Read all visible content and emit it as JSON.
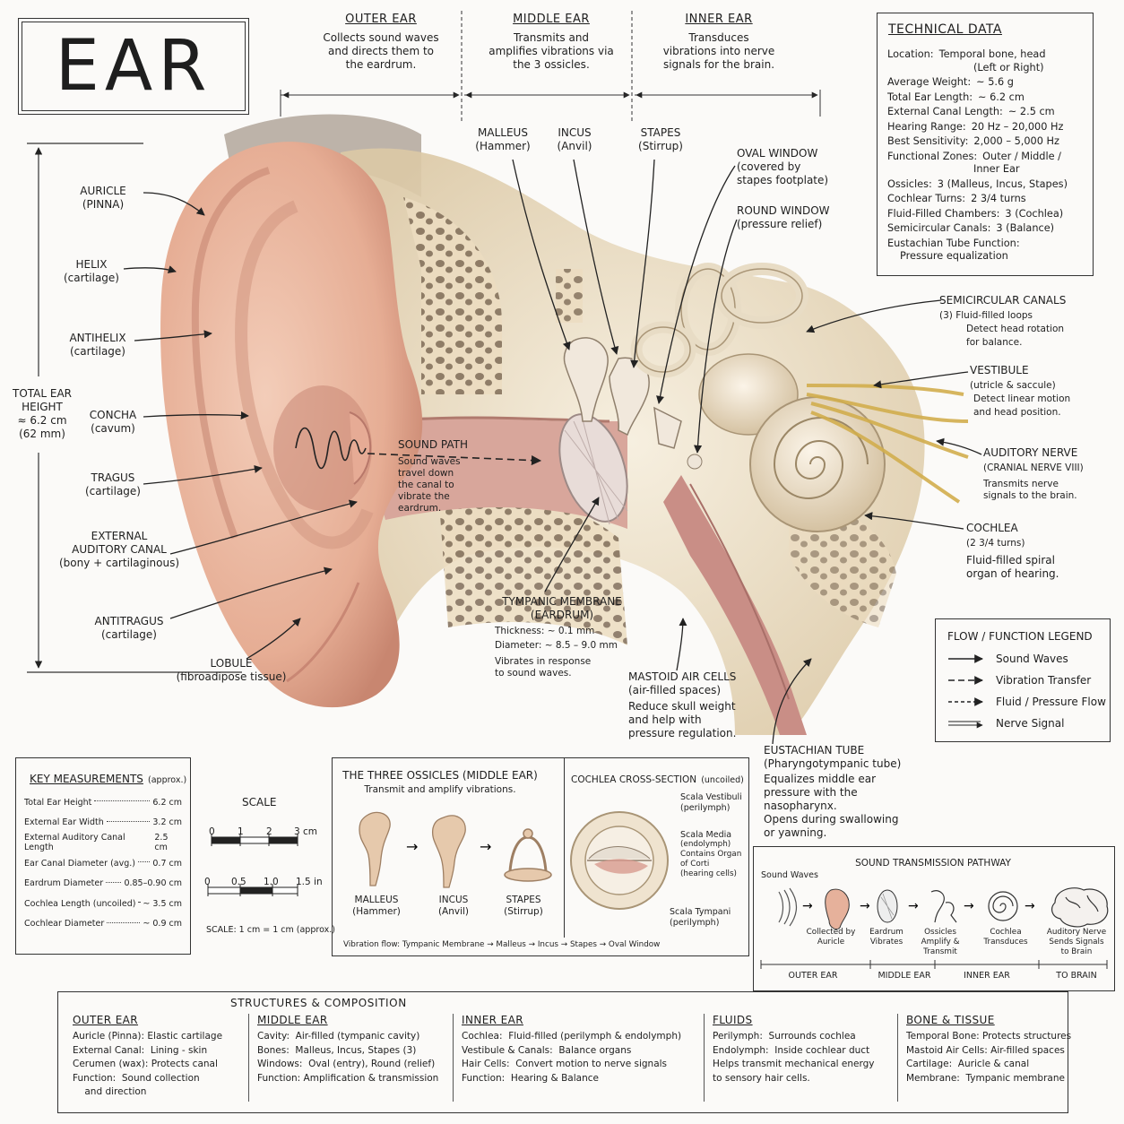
{
  "title": "EAR",
  "zones": {
    "outer": {
      "title": "OUTER EAR",
      "desc": "Collects sound waves and directs them to the eardrum."
    },
    "middle": {
      "title": "MIDDLE EAR",
      "desc": "Transmits and amplifies vibrations via the 3 ossicles."
    },
    "inner": {
      "title": "INNER EAR",
      "desc": "Transduces vibrations into nerve signals for the brain."
    }
  },
  "height_label": {
    "l1": "TOTAL EAR",
    "l2": "HEIGHT",
    "l3": "≈ 6.2 cm",
    "l4": "(62 mm)"
  },
  "left_labels": [
    {
      "name": "AURICLE",
      "sub": "(PINNA)"
    },
    {
      "name": "HELIX",
      "sub": "(cartilage)"
    },
    {
      "name": "ANTIHELIX",
      "sub": "(cartilage)"
    },
    {
      "name": "CONCHA",
      "sub": "(cavum)"
    },
    {
      "name": "TRAGUS",
      "sub": "(cartilage)"
    },
    {
      "name": "EXTERNAL",
      "name2": "AUDITORY CANAL",
      "sub": "(bony + cartilaginous)"
    },
    {
      "name": "ANTITRAGUS",
      "sub": "(cartilage)"
    }
  ],
  "lobule": {
    "name": "LOBULE",
    "sub": "(fibroadipose tissue)"
  },
  "ossicle_labels": {
    "malleus": {
      "name": "MALLEUS",
      "sub": "(Hammer)"
    },
    "incus": {
      "name": "INCUS",
      "sub": "(Anvil)"
    },
    "stapes": {
      "name": "STAPES",
      "sub": "(Stirrup)"
    }
  },
  "oval_window": {
    "name": "OVAL WINDOW",
    "d1": "(covered by",
    "d2": "stapes footplate)"
  },
  "round_window": {
    "name": "ROUND WINDOW",
    "d1": "(pressure relief)"
  },
  "sound_path": {
    "name": "SOUND PATH",
    "d1": "Sound waves",
    "d2": "travel down",
    "d3": "the canal to",
    "d4": "vibrate the",
    "d5": "eardrum."
  },
  "tympanic": {
    "name": "TYMPANIC MEMBRANE",
    "name2": "(EARDRUM)",
    "d1": "Thickness:  ~ 0.1 mm",
    "d2": "Diameter:  ~ 8.5 – 9.0 mm",
    "d3": "Vibrates in response",
    "d4": "to sound waves."
  },
  "mastoid": {
    "name": "MASTOID AIR CELLS",
    "d1": "(air-filled spaces)",
    "d2": "Reduce skull weight",
    "d3": "and help with",
    "d4": "pressure regulation."
  },
  "eustachian": {
    "name": "EUSTACHIAN TUBE",
    "d1": "(Pharyngotympanic tube)",
    "d2": "Equalizes middle ear",
    "d3": "pressure with the",
    "d4": "nasopharynx.",
    "d5": "Opens during swallowing",
    "d6": "or yawning."
  },
  "semicircular": {
    "name": "SEMICIRCULAR CANALS",
    "d1": "(3)  Fluid-filled loops",
    "d2": "Detect head rotation",
    "d3": "for balance."
  },
  "vestibule": {
    "name": "VESTIBULE",
    "d1": "(utricle & saccule)",
    "d2": "Detect linear motion",
    "d3": "and head position."
  },
  "auditory_nerve": {
    "name": "AUDITORY NERVE",
    "d1": "(CRANIAL NERVE VIII)",
    "d2": "Transmits nerve",
    "d3": "signals to the brain."
  },
  "cochlea": {
    "name": "COCHLEA",
    "d1": "(2 3/4 turns)",
    "d2": "Fluid-filled spiral",
    "d3": "organ of hearing."
  },
  "tech": {
    "title": "TECHNICAL DATA",
    "rows": [
      {
        "k": "Location:",
        "v": "Temporal bone, head",
        "v2": "(Left or Right)"
      },
      {
        "k": "Average Weight:",
        "v": "~ 5.6 g"
      },
      {
        "k": "Total Ear Length:",
        "v": "~ 6.2 cm"
      },
      {
        "k": "External Canal Length:",
        "v": "~ 2.5 cm"
      },
      {
        "k": "Hearing Range:",
        "v": "20 Hz – 20,000 Hz"
      },
      {
        "k": "Best Sensitivity:",
        "v": "2,000 – 5,000 Hz"
      },
      {
        "k": "Functional Zones:",
        "v": "Outer / Middle /",
        "v2": "Inner Ear"
      },
      {
        "k": "Ossicles:",
        "v": "3 (Malleus, Incus, Stapes)"
      },
      {
        "k": "Cochlear Turns:",
        "v": "2 3/4 turns"
      },
      {
        "k": "Fluid-Filled Chambers:",
        "v": "3 (Cochlea)"
      },
      {
        "k": "Semicircular Canals:",
        "v": "3 (Balance)"
      },
      {
        "k": "Eustachian Tube Function:",
        "v": "",
        "v2": "Pressure equalization"
      }
    ]
  },
  "legend": {
    "title": "FLOW / FUNCTION LEGEND",
    "items": [
      "Sound Waves",
      "Vibration Transfer",
      "Fluid / Pressure Flow",
      "Nerve Signal"
    ]
  },
  "measurements": {
    "title": "KEY MEASUREMENTS",
    "title_note": "(approx.)",
    "rows": [
      {
        "k": "Total Ear Height",
        "v": "6.2 cm"
      },
      {
        "k": "External Ear Width",
        "v": "3.2 cm"
      },
      {
        "k": "External Auditory Canal Length",
        "v": "2.5 cm"
      },
      {
        "k": "Ear Canal Diameter (avg.)",
        "v": "0.7 cm"
      },
      {
        "k": "Eardrum Diameter",
        "v": "0.85–0.90 cm"
      },
      {
        "k": "Cochlea Length (uncoiled)",
        "v": "~ 3.5 cm"
      },
      {
        "k": "Cochlear Diameter",
        "v": "~ 0.9 cm"
      }
    ]
  },
  "scale": {
    "title": "SCALE",
    "cm_ticks": [
      "0",
      "1",
      "2",
      "3 cm"
    ],
    "in_ticks": [
      "0",
      "0.5",
      "1.0",
      "1.5 in"
    ],
    "note": "SCALE:  1 cm = 1 cm (approx.)"
  },
  "ossicles_panel": {
    "title": "THE THREE OSSICLES (MIDDLE EAR)",
    "subtitle": "Transmit and amplify vibrations.",
    "items": [
      {
        "name": "MALLEUS",
        "sub": "(Hammer)"
      },
      {
        "name": "INCUS",
        "sub": "(Anvil)"
      },
      {
        "name": "STAPES",
        "sub": "(Stirrup)"
      }
    ],
    "flow": "Vibration flow:  Tympanic Membrane  →  Malleus  →  Incus  →  Stapes  →  Oval Window"
  },
  "cochlea_panel": {
    "title": "COCHLEA CROSS-SECTION",
    "title_note": "(uncoiled)",
    "vestibuli": {
      "name": "Scala Vestibuli",
      "sub": "(perilymph)"
    },
    "media": {
      "name": "Scala Media",
      "d1": "(endolymph)",
      "d2": "Contains Organ",
      "d3": "of Corti",
      "d4": "(hearing cells)"
    },
    "tympani": {
      "name": "Scala Tympani",
      "sub": "(perilymph)"
    }
  },
  "pathway": {
    "title": "SOUND TRANSMISSION PATHWAY",
    "sound_waves": "Sound Waves",
    "steps": [
      {
        "l1": "Collected by",
        "l2": "Auricle"
      },
      {
        "l1": "Eardrum",
        "l2": "Vibrates"
      },
      {
        "l1": "Ossicles",
        "l2": "Amplify & Transmit"
      },
      {
        "l1": "Cochlea",
        "l2": "Transduces"
      },
      {
        "l1": "Auditory Nerve",
        "l2": "Sends Signals",
        "l3": "to Brain"
      }
    ],
    "zones": [
      "OUTER EAR",
      "MIDDLE EAR",
      "INNER EAR",
      "TO BRAIN"
    ]
  },
  "structures": {
    "title": "STRUCTURES  &  COMPOSITION",
    "columns": [
      {
        "title": "OUTER EAR",
        "lines": [
          "Auricle (Pinna): Elastic cartilage",
          "External Canal:  Lining - skin",
          "Cerumen (wax): Protects canal",
          "Function:  Sound collection",
          "    and direction"
        ]
      },
      {
        "title": "MIDDLE EAR",
        "lines": [
          "Cavity:  Air-filled (tympanic cavity)",
          "Bones:  Malleus, Incus, Stapes (3)",
          "Windows:  Oval (entry), Round (relief)",
          "Function: Amplification & transmission"
        ]
      },
      {
        "title": "INNER EAR",
        "lines": [
          "Cochlea:  Fluid-filled (perilymph & endolymph)",
          "Vestibule & Canals:  Balance organs",
          "Hair Cells:  Convert motion to nerve signals",
          "Function:  Hearing & Balance"
        ]
      },
      {
        "title": "FLUIDS",
        "lines": [
          "Perilymph:  Surrounds cochlea",
          "Endolymph:  Inside cochlear duct",
          "Helps transmit mechanical energy",
          "to sensory hair cells."
        ]
      },
      {
        "title": "BONE & TISSUE",
        "lines": [
          "Temporal Bone: Protects structures",
          "Mastoid Air Cells: Air-filled spaces",
          "Cartilage:  Auricle & canal",
          "Membrane:  Tympanic membrane"
        ]
      }
    ]
  },
  "colors": {
    "skin": "#e9b49c",
    "skin_dark": "#c98a72",
    "bone": "#efe3cc",
    "bone_dark": "#cdb890",
    "nerve": "#d6b24a",
    "canal": "#d9a9a0"
  }
}
